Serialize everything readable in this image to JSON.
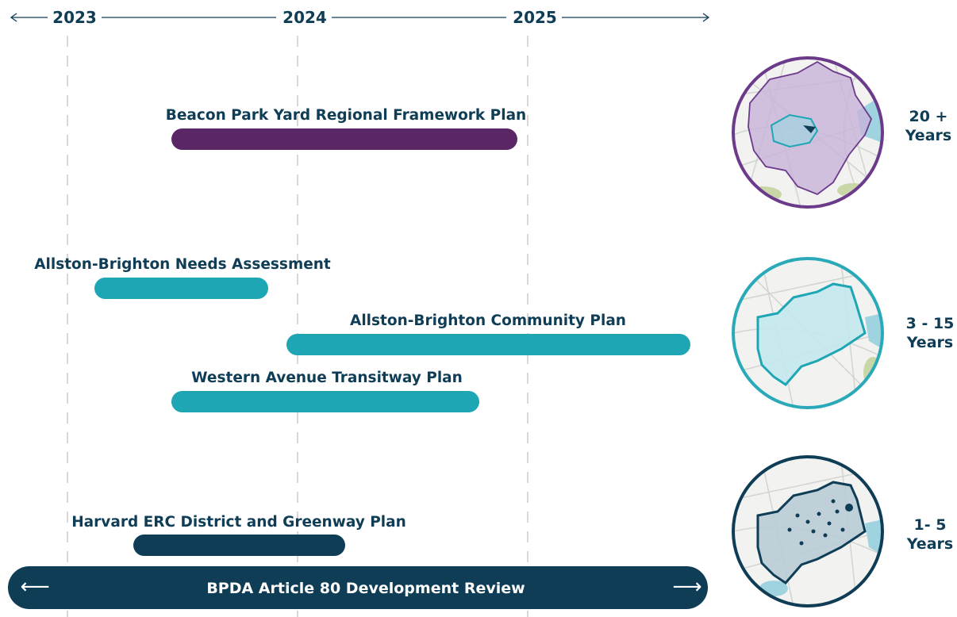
{
  "chart_data": {
    "type": "gantt",
    "years": [
      "2023",
      "2024",
      "2025"
    ],
    "bars": [
      {
        "name": "Beacon Park Yard Regional Framework Plan",
        "start": 2023.45,
        "end": 2024.95,
        "color": "#5b2666"
      },
      {
        "name": "Allston-Brighton Needs Assessment",
        "start": 2023.12,
        "end": 2023.87,
        "color": "#1ea6b5"
      },
      {
        "name": "Allston-Brighton Community Plan",
        "start": 2023.95,
        "end": 2025.7,
        "color": "#1ea6b5"
      },
      {
        "name": "Western Avenue Transitway Plan",
        "start": 2023.45,
        "end": 2024.78,
        "color": "#1ea6b5"
      },
      {
        "name": "Harvard ERC District and Greenway Plan",
        "start": 2023.28,
        "end": 2024.2,
        "color": "#0f3d56"
      }
    ],
    "banner": {
      "label": "BPDA Article 80 Development Review",
      "color": "#0f3d56",
      "left_arrow": "⟵",
      "right_arrow": "⟶"
    },
    "horizons": [
      {
        "line1": "20 +",
        "line2": "Years",
        "ring_color": "#6b3a8a",
        "fill_color": "#c7b3d9"
      },
      {
        "line1": "3 - 15",
        "line2": "Years",
        "ring_color": "#2aaab8",
        "fill_color": "#c3e9ee"
      },
      {
        "line1": "1- 5",
        "line2": "Years",
        "ring_color": "#0f3d56",
        "fill_color": "#b9ccd6"
      }
    ]
  }
}
